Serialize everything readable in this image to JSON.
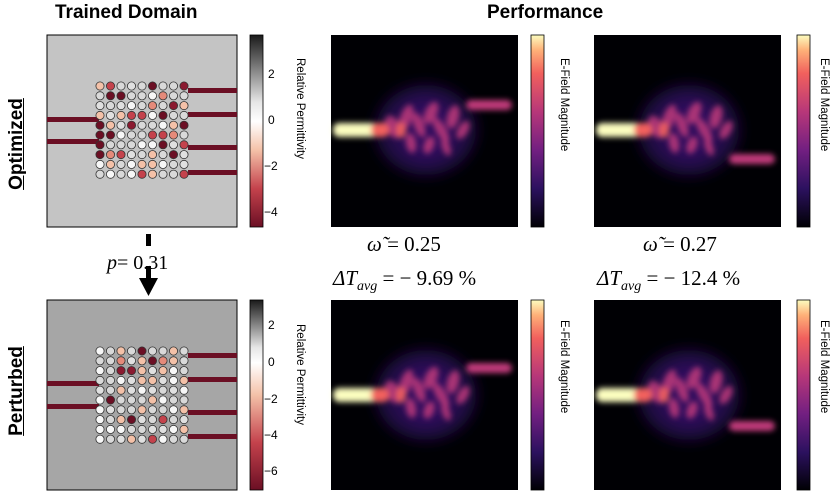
{
  "headers": {
    "trained_domain": "Trained Domain",
    "performance": "Performance"
  },
  "rows": {
    "optimized": "Optimized",
    "perturbed": "Perturbed"
  },
  "colorbars": {
    "permittivity_label": "Relative Permittivity",
    "efield_label": "E-Field Magnitude",
    "optimized_ticks": [
      "2",
      "0",
      "−2",
      "−4"
    ],
    "perturbed_ticks": [
      "2",
      "0",
      "−2",
      "−4",
      "−6"
    ]
  },
  "perturbation": {
    "symbol": "p",
    "value": "= 0.31"
  },
  "performance": {
    "freq1": {
      "symbol": "ω̃",
      "value": " = 0.25"
    },
    "freq2": {
      "symbol": "ω̃",
      "value": " = 0.27"
    },
    "dT1": {
      "symbol": "ΔT",
      "sub": "avg",
      "value": " = − 9.69 %"
    },
    "dT2": {
      "symbol": "ΔT",
      "sub": "avg",
      "value": " = − 12.4 %"
    }
  },
  "colors": {
    "domain_bg_optimized": "#c4c4c4",
    "domain_bg_perturbed": "#a6a6a6",
    "waveguide": "#6b0f24",
    "field_bg": "#000004"
  }
}
